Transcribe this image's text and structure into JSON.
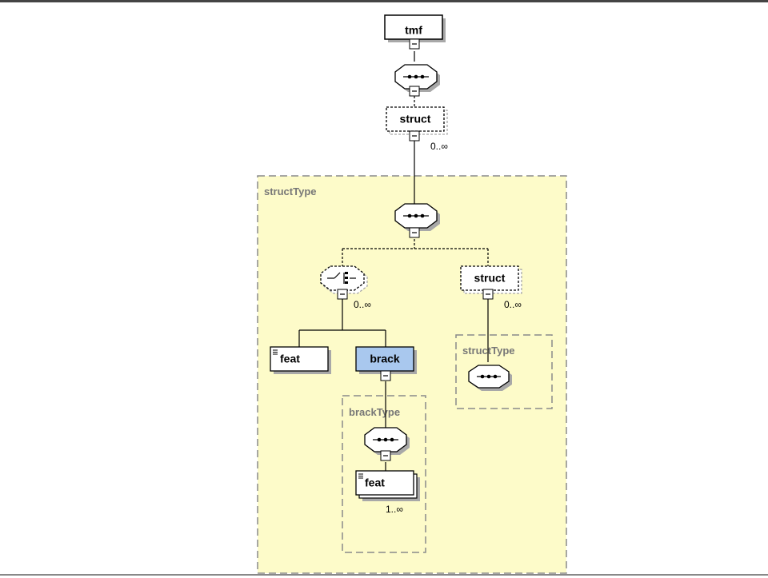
{
  "colors": {
    "type_fill": "#fdfbc9",
    "type_border": "#8a8a8a",
    "selected_fill": "#a9c8ee",
    "shadow": "#a8a8a8"
  },
  "elements": {
    "root": "tmf",
    "struct_top": "struct",
    "struct_right": "struct",
    "feat_left": "feat",
    "brack": "brack",
    "feat_bottom": "feat"
  },
  "types": {
    "struct_type_outer": "structType",
    "struct_type_inner": "structType",
    "brack_type": "brackType"
  },
  "occurrences": {
    "struct_top": "0..∞",
    "choice": "0..∞",
    "struct_right": "0..∞",
    "feat_bottom": "1..∞"
  },
  "icons": {
    "sequence": "sequence-compositor-icon",
    "choice": "choice-compositor-icon",
    "collapse": "collapse-toggle-icon",
    "attributes": "attribute-marker-icon"
  }
}
